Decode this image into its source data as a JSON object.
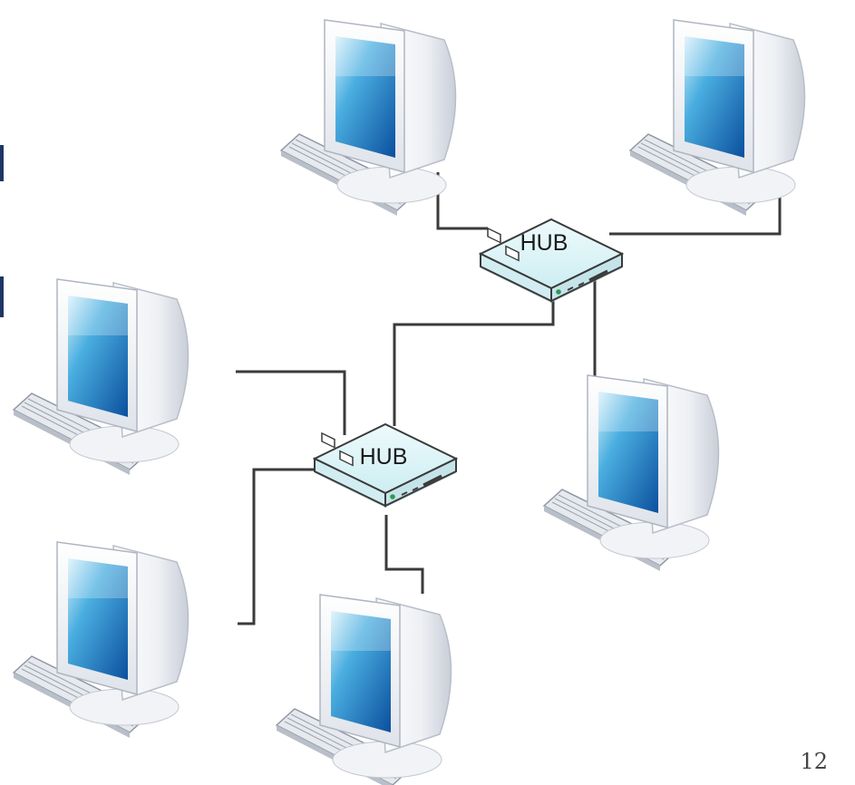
{
  "diagram": {
    "hubs": [
      {
        "id": "hub-top",
        "label": "HUB"
      },
      {
        "id": "hub-bottom",
        "label": "HUB"
      }
    ],
    "computers": [
      {
        "id": "pc-top-left"
      },
      {
        "id": "pc-top-right"
      },
      {
        "id": "pc-mid-left"
      },
      {
        "id": "pc-mid-right"
      },
      {
        "id": "pc-bottom-left"
      },
      {
        "id": "pc-bottom-center"
      }
    ],
    "connections": [
      [
        "pc-top-left",
        "hub-top"
      ],
      [
        "pc-top-right",
        "hub-top"
      ],
      [
        "pc-mid-right",
        "hub-top"
      ],
      [
        "hub-top",
        "hub-bottom"
      ],
      [
        "pc-mid-left",
        "hub-bottom"
      ],
      [
        "pc-bottom-left",
        "hub-bottom"
      ],
      [
        "pc-bottom-center",
        "hub-bottom"
      ]
    ]
  },
  "page_number": "12",
  "colors": {
    "cable": "#3a3a3a",
    "screen": "#1b7fc6",
    "hub_body": "#dff4f7"
  }
}
